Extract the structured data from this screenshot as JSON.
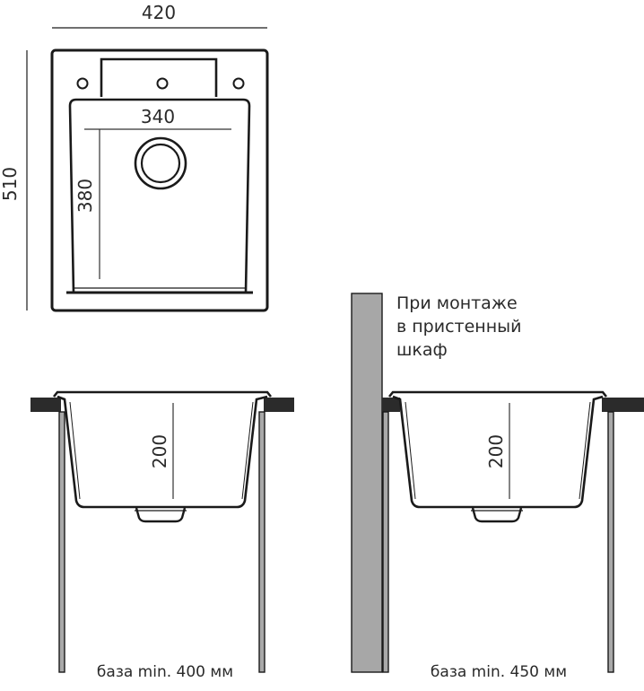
{
  "top_view": {
    "overall_width": "420",
    "overall_depth": "510",
    "bowl_width": "340",
    "bowl_depth": "380"
  },
  "section_standard": {
    "bowl_depth": "200",
    "base_label": "база min. 400 мм"
  },
  "section_wall": {
    "note_lines": [
      "При монтаже",
      "в пристенный",
      "шкаф"
    ],
    "bowl_depth": "200",
    "base_label": "база min. 450 мм"
  },
  "colors": {
    "line": "#1a1a1a",
    "countertop": "#2b2b2b",
    "leg_fill": "#a9a9a9",
    "wall_fill": "#a7a7a7",
    "dim_line": "#333333"
  }
}
